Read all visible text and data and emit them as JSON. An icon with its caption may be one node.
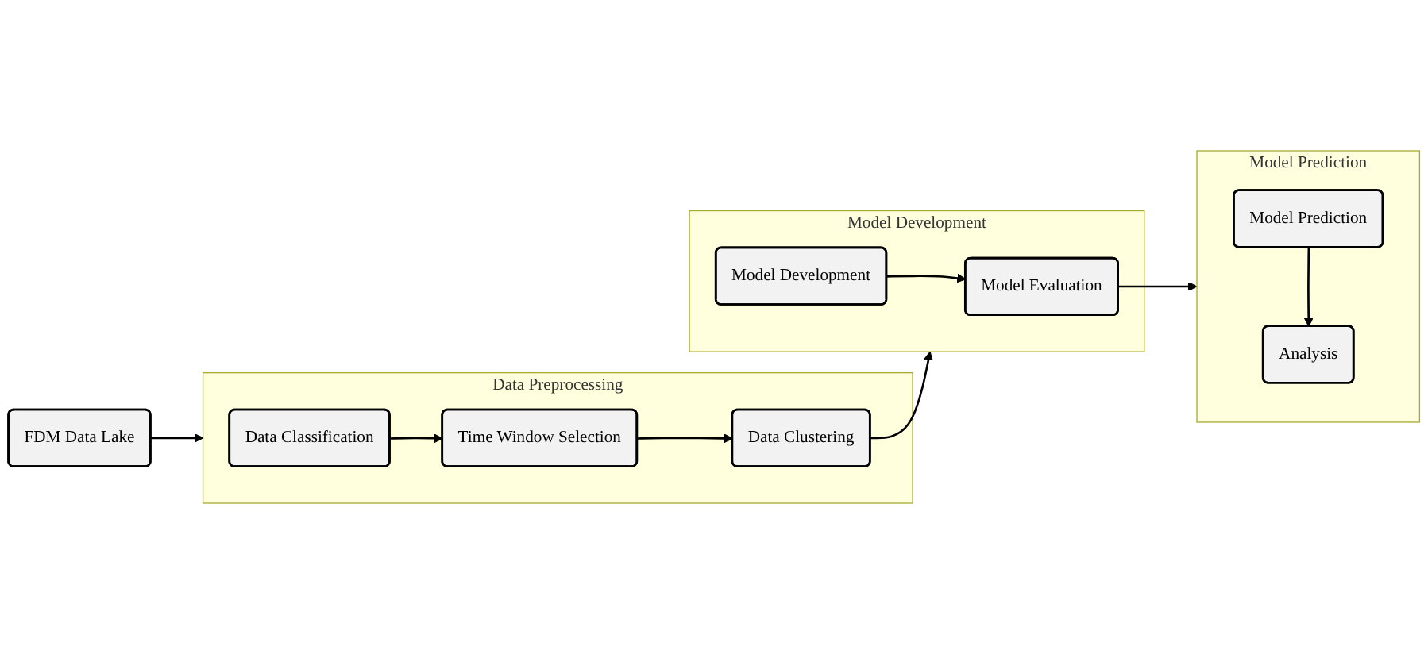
{
  "diagram": {
    "nodes": [
      {
        "text": [
          "FDM Data Lake"
        ]
      },
      {
        "text": [
          "Data Preprocessing"
        ]
      },
      {
        "text": [
          "Data Classification"
        ],
        "in": 1
      },
      {
        "text": [
          "Time Window Selection"
        ],
        "in": 1
      },
      {
        "text": [
          "Data Clustering"
        ],
        "in": 1
      },
      {
        "text": [
          "Model Development"
        ]
      },
      {
        "text": [
          "Model Evaluation"
        ],
        "in": 5
      },
      {
        "text": [
          "Model Development"
        ],
        "in": 5
      },
      {
        "text": [
          "Model Prediction"
        ]
      },
      {
        "text": [
          "Model Prediction"
        ],
        "in": 8
      },
      {
        "text": [
          "Analysis"
        ],
        "in": 8
      }
    ],
    "edges": [
      {
        "from": 0,
        "to": 1,
        "arrow": "to"
      },
      {
        "from": 2,
        "to": 3,
        "arrow": "to"
      },
      {
        "from": 3,
        "to": 4,
        "arrow": "to"
      },
      {
        "from": 4,
        "to": 5,
        "arrow": "to"
      },
      {
        "from": 7,
        "to": 6,
        "arrow": "to"
      },
      {
        "from": 6,
        "to": 8,
        "arrow": "to"
      },
      {
        "from": 9,
        "to": 10,
        "arrow": "to"
      }
    ]
  }
}
